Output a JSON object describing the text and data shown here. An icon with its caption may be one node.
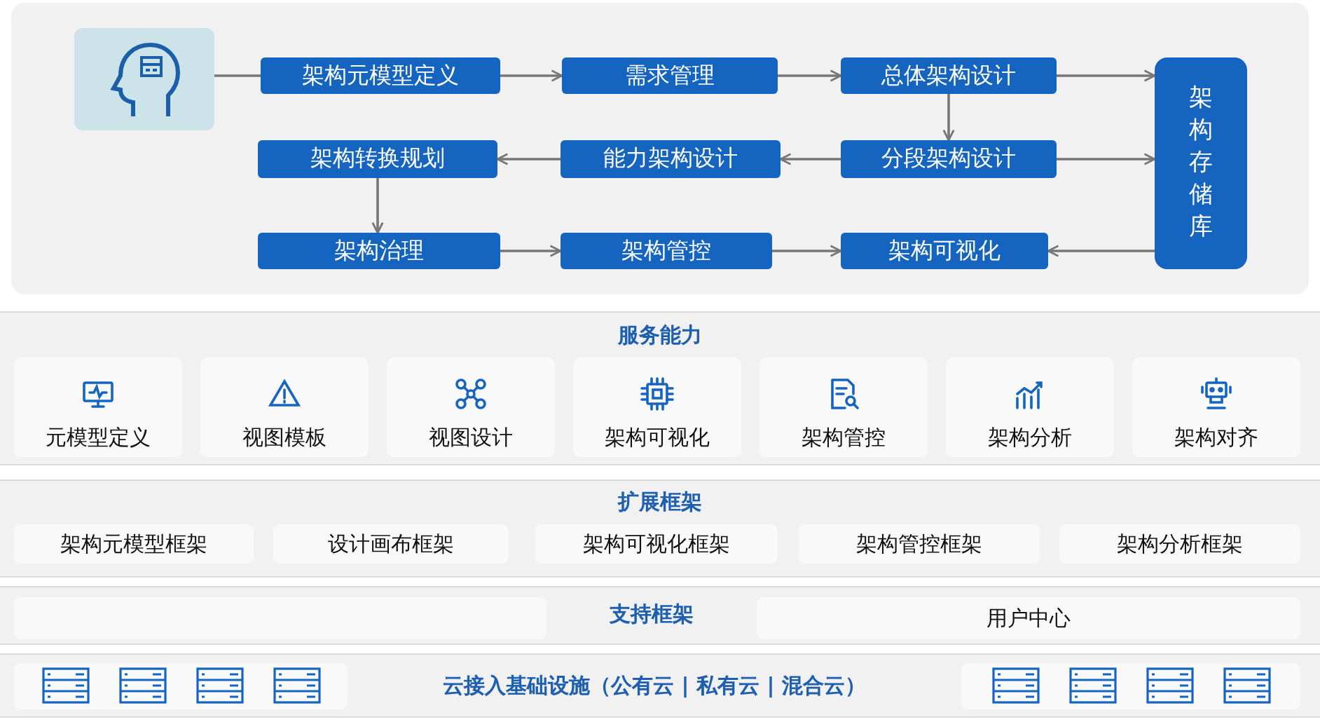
{
  "diagram": {
    "nodes": [
      {
        "text": [],
        "shape": "picture"
      },
      {
        "text": [
          "架构元模型定义"
        ]
      },
      {
        "text": [
          "需求管理"
        ]
      },
      {
        "text": [
          "总体架构设计"
        ]
      },
      {
        "text": [
          "架构存储库"
        ]
      },
      {
        "text": [
          "架构转换规划"
        ]
      },
      {
        "text": [
          "能力架构设计"
        ]
      },
      {
        "text": [
          "分段架构设计"
        ]
      },
      {
        "text": [
          "架构治理"
        ]
      },
      {
        "text": [
          "架构管控"
        ]
      },
      {
        "text": [
          "架构可视化"
        ]
      },
      {
        "text": [
          "服务能力"
        ]
      },
      {
        "text": [
          "元模型定义"
        ],
        "in": 11
      },
      {
        "text": [
          "视图模板"
        ],
        "in": 11
      },
      {
        "text": [
          "视图设计"
        ],
        "in": 11
      },
      {
        "text": [
          "架构可视化"
        ],
        "in": 11
      },
      {
        "text": [
          "架构管控"
        ],
        "in": 11
      },
      {
        "text": [
          "架构分析"
        ],
        "in": 11
      },
      {
        "text": [
          "架构对齐"
        ],
        "in": 11
      },
      {
        "text": [
          "扩展框架"
        ]
      },
      {
        "text": [
          "架构元模型框架"
        ],
        "in": 19
      },
      {
        "text": [
          "设计画布框架"
        ],
        "in": 19
      },
      {
        "text": [
          "架构可视化框架"
        ],
        "in": 19
      },
      {
        "text": [
          "架构管控框架"
        ],
        "in": 19
      },
      {
        "text": [
          "架构分析框架"
        ],
        "in": 19
      },
      {
        "text": [
          "支持框架"
        ]
      },
      {
        "text": [],
        "shape": "box",
        "in": 25
      },
      {
        "text": [
          "用户中心"
        ],
        "in": 25
      },
      {
        "text": [
          "云接入基础设施（公有云 | 私有云 | 混合云）"
        ]
      },
      {
        "text": [],
        "shape": "box",
        "in": 28
      },
      {
        "text": [],
        "shape": "box",
        "in": 28
      }
    ],
    "edges": [
      {
        "from": 0,
        "to": 1,
        "arrow": "none"
      },
      {
        "from": 1,
        "to": 2,
        "arrow": "to"
      },
      {
        "from": 2,
        "to": 3,
        "arrow": "to"
      },
      {
        "from": 3,
        "to": 4,
        "arrow": "to"
      },
      {
        "from": 3,
        "to": 7,
        "arrow": "to"
      },
      {
        "from": 7,
        "to": 6,
        "arrow": "to"
      },
      {
        "from": 7,
        "to": 4,
        "arrow": "to"
      },
      {
        "from": 6,
        "to": 5,
        "arrow": "to"
      },
      {
        "from": 5,
        "to": 8,
        "arrow": "to"
      },
      {
        "from": 8,
        "to": 9,
        "arrow": "to"
      },
      {
        "from": 9,
        "to": 10,
        "arrow": "to"
      },
      {
        "from": 4,
        "to": 10,
        "arrow": "to"
      }
    ]
  }
}
